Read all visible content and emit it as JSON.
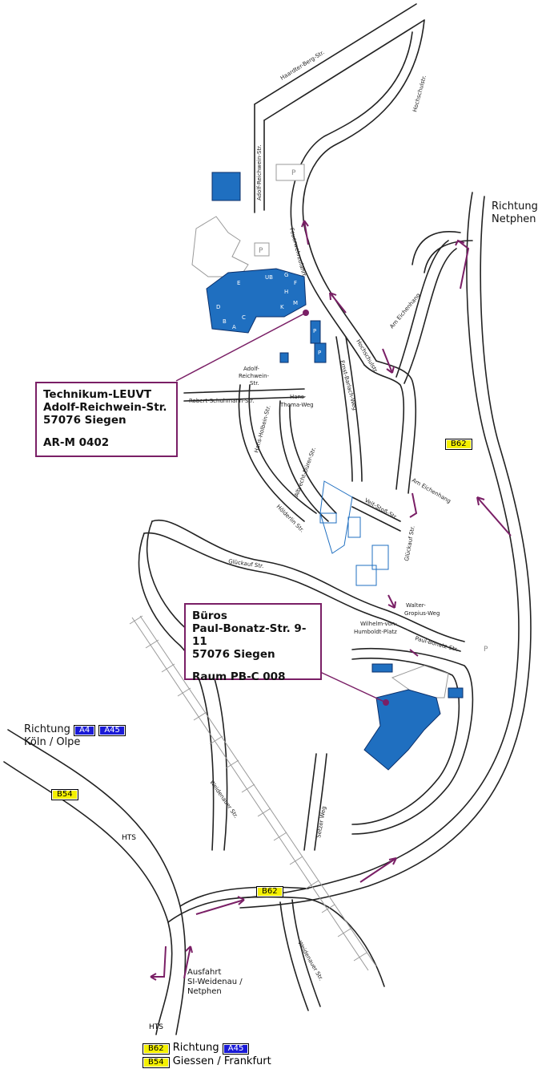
{
  "offices": [
    {
      "lines": [
        "Technikum-LEUVT",
        "Adolf-Reichwein-Str.",
        "57076 Siegen"
      ],
      "room": "AR-M 0402"
    },
    {
      "lines": [
        "Büros",
        "Paul-Bonatz-Str. 9-11",
        "57076 Siegen"
      ],
      "room": "Raum PB-C 008"
    }
  ],
  "directions": {
    "netphen": [
      "Richtung",
      "Netphen"
    ],
    "koeln": {
      "prefix": "Richtung",
      "line2": "Köln / Olpe",
      "badges": [
        "A4",
        "A45"
      ]
    },
    "giessen": {
      "prefix": "Richtung",
      "line2": "Giessen / Frankfurt",
      "badges": [
        "A45"
      ]
    },
    "exit": [
      "Ausfahrt",
      "SI-Weidenau /",
      "Netphen"
    ]
  },
  "road_badges": {
    "b62": "B62",
    "b54": "B54"
  },
  "hts": "HTS",
  "streets": {
    "haardter": "Haardter-Berg-Str.",
    "hochschul1": "Hochschulstr.",
    "adolf_vertical": "Adolf-Reichwein-Str.",
    "feuerwehr": "Feuerwehrzufahrt",
    "hochschul2": "Hochschulstr.",
    "eichenhang1": "Am Eichenhang",
    "adolf_small": [
      "Adolf-",
      "Reichwein-",
      "Str."
    ],
    "ernst": "Ernst-Barlach-Weg",
    "robert": "Robert-Schuhmann-Str.",
    "hans_thoma": [
      "Hans-",
      "Thoma-Weg"
    ],
    "hans_holbein": "Hans-Holbein-Str.",
    "albrecht": "Albrecht-Dürer-Str.",
    "eichenhang2": "Am Eichenhang",
    "veit": "Veit-Stoß-Str.",
    "hoelderlin": "Hölderlin Str.",
    "glueckauf1": "Glückauf Str.",
    "glueckauf2": "Glückauf Str.",
    "walter": [
      "Walter-",
      "Gropius-Weg"
    ],
    "wilhelm": [
      "Wilhelm-von-",
      "Humboldt-Platz"
    ],
    "paul": "Paul-Bonatz-Str.",
    "setzer": "Setzer Weg",
    "weidenauer1": "Weidenauer Str.",
    "weidenauer2": "Weidenauer Str."
  },
  "building_labels": [
    "D",
    "E",
    "UB",
    "G",
    "F",
    "H",
    "K",
    "M",
    "B",
    "C",
    "A",
    "P",
    "P"
  ],
  "parking": [
    "P",
    "P",
    "P"
  ],
  "colors": {
    "accent": "#7a1f66",
    "building": "#1f6fc0",
    "b_road": "#f4f000",
    "motorway": "#1a1ad6"
  }
}
